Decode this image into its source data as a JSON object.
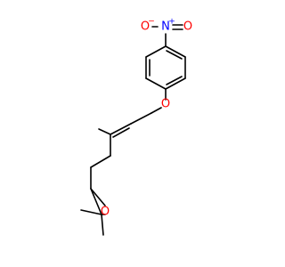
{
  "molecule": {
    "colors": {
      "bond": "#000000",
      "oxygen": "#ff0000",
      "nitrogen": "#0000ff",
      "background": "#ffffff"
    },
    "nitro_group": {
      "o_left": "O",
      "o_left_charge": "−",
      "nitrogen": "N",
      "nitrogen_charge": "+",
      "o_right": "O"
    },
    "ether_oxygen": "O",
    "epoxide_oxygen": "O"
  }
}
